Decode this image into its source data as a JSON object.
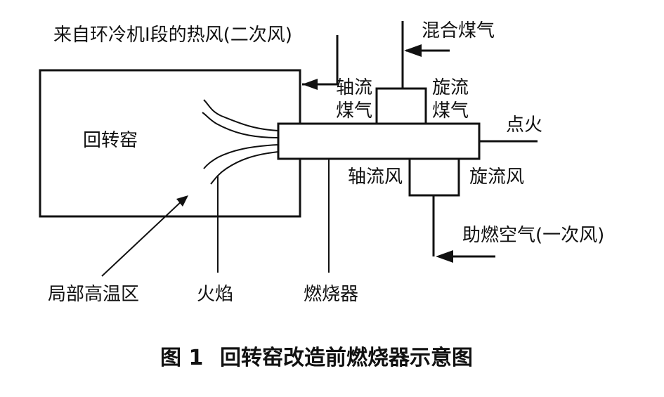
{
  "diagram": {
    "hot_air_label": "来自环冷机Ⅰ段的热风(二次风)",
    "mixed_gas_label": "混合煤气",
    "kiln_label": "回转窑",
    "axial_gas_label_line1": "轴流",
    "axial_gas_label_line2": "煤气",
    "swirl_gas_label_line1": "旋流",
    "swirl_gas_label_line2": "煤气",
    "ignition_label": "点火",
    "axial_air_label": "轴流风",
    "swirl_air_label": "旋流风",
    "combustion_air_label": "助燃空气(一次风)",
    "hot_zone_label": "局部高温区",
    "flame_label": "火焰",
    "burner_label": "燃烧器"
  },
  "caption": {
    "figure_number": "图 1",
    "title": "回转窑改造前燃烧器示意图"
  }
}
